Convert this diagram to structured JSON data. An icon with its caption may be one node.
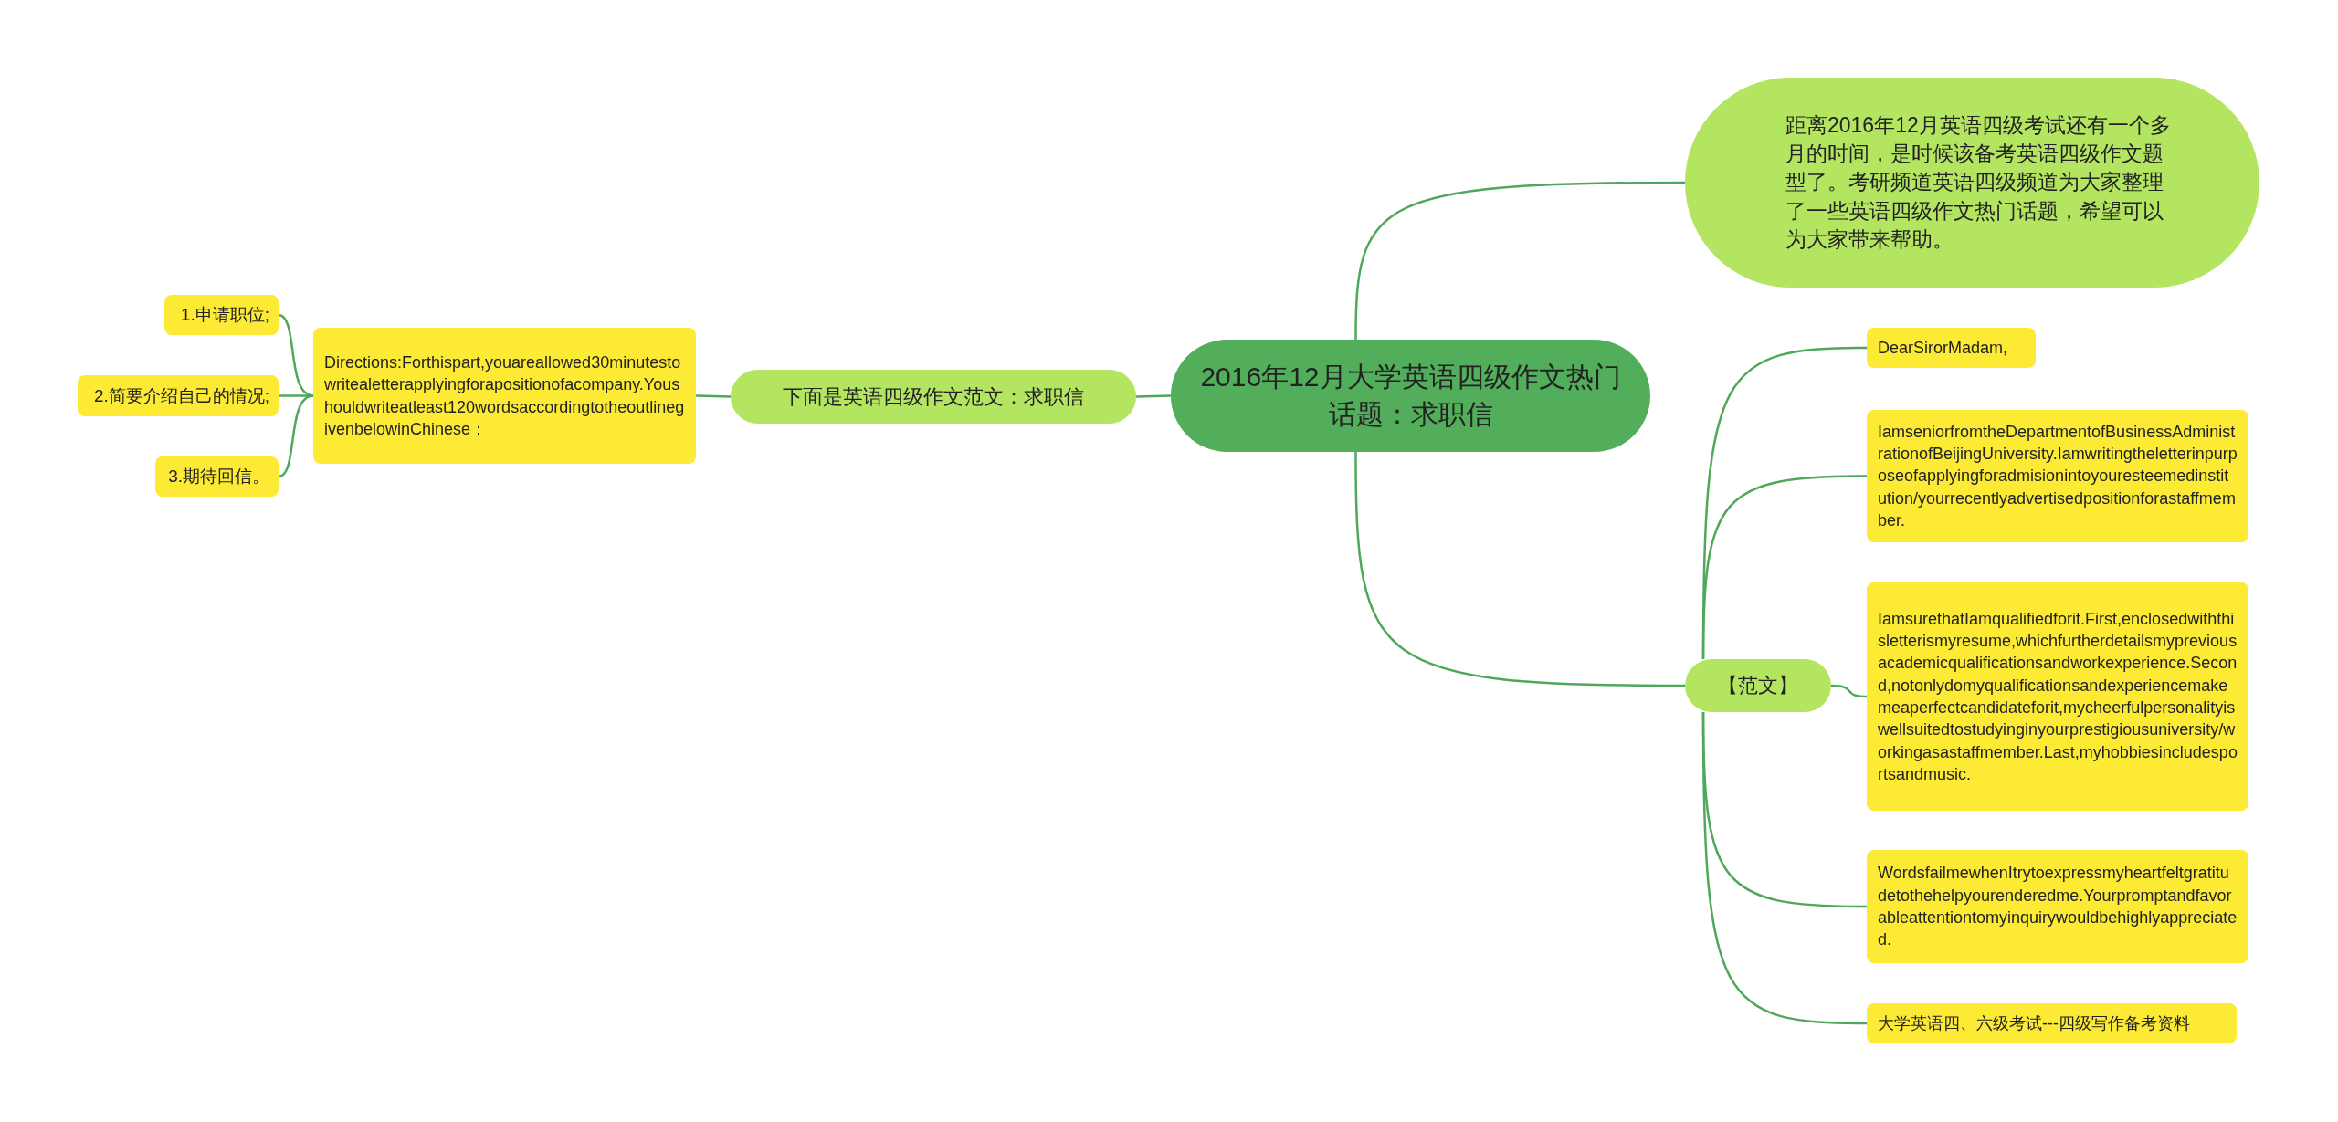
{
  "diagram": {
    "nodes": [
      {
        "text": [
          "2016年12月大学英语四级作文热门话题：求职信"
        ]
      },
      {
        "text": [
          "距离2016年12月英语四级考试还有一个多月的时间，是时候该备考英语四级作文题型了。考研频道英语四级频道为大家整理了一些英语四级作文热门话题，希望可以为大家带来帮助。"
        ]
      },
      {
        "text": [
          "下面是英语四级作文范文：求职信"
        ]
      },
      {
        "text": [
          "Directions:Forthispart,youareallowed30minutestowritealetterapplyingforapositionofacompany.Youshouldwriteatleast120wordsaccordingtotheoutlinegivenbelowinChinese："
        ]
      },
      {
        "text": [
          "1.申请职位;"
        ]
      },
      {
        "text": [
          "2.简要介绍自己的情况;"
        ]
      },
      {
        "text": [
          "3.期待回信。"
        ]
      },
      {
        "text": [
          "【范文】"
        ]
      },
      {
        "text": [
          "DearSirorMadam,"
        ]
      },
      {
        "text": [
          "IamseniorfromtheDepartmentofBusinessAdministrationofBeijingUniversity.Iamwritingtheletterinpurposeofapplyingforadmisionintoyouresteemedinstitution/yourrecentlyadvertisedpositionforastaffmember."
        ]
      },
      {
        "text": [
          "IamsurethatIamqualifiedforit.First,enclosedwiththisletterismyresume,whichfurtherdetailsmypreviousacademicqualificationsandworkexperience.Second,notonlydomyqualificationsandexperiencemakemeaperfectcandidateforit,mycheerfulpersonalityiswellsuitedtostudyinginyourprestigiousuniversity/workingasastaffmember.Last,myhobbiesincludesportsandmusic."
        ]
      },
      {
        "text": [
          "WordsfailmewhenItrytoexpressmyheartfeltgratitudetothehelpyourenderedme.Yourpromptandfavorableattentiontomyinquirywouldbehighlyappreciated."
        ]
      },
      {
        "text": [
          "大学英语四、六级考试---四级写作备考资料"
        ]
      }
    ],
    "edges": [
      {
        "from": 0,
        "to": 1,
        "arrow": "none"
      },
      {
        "from": 0,
        "to": 2,
        "arrow": "none"
      },
      {
        "from": 2,
        "to": 3,
        "arrow": "none"
      },
      {
        "from": 3,
        "to": 4,
        "arrow": "none"
      },
      {
        "from": 3,
        "to": 5,
        "arrow": "none"
      },
      {
        "from": 3,
        "to": 6,
        "arrow": "none"
      },
      {
        "from": 0,
        "to": 7,
        "arrow": "none"
      },
      {
        "from": 7,
        "to": 8,
        "arrow": "none"
      },
      {
        "from": 7,
        "to": 9,
        "arrow": "none"
      },
      {
        "from": 7,
        "to": 10,
        "arrow": "none"
      },
      {
        "from": 7,
        "to": 11,
        "arrow": "none"
      },
      {
        "from": 7,
        "to": 12,
        "arrow": "none"
      }
    ]
  }
}
